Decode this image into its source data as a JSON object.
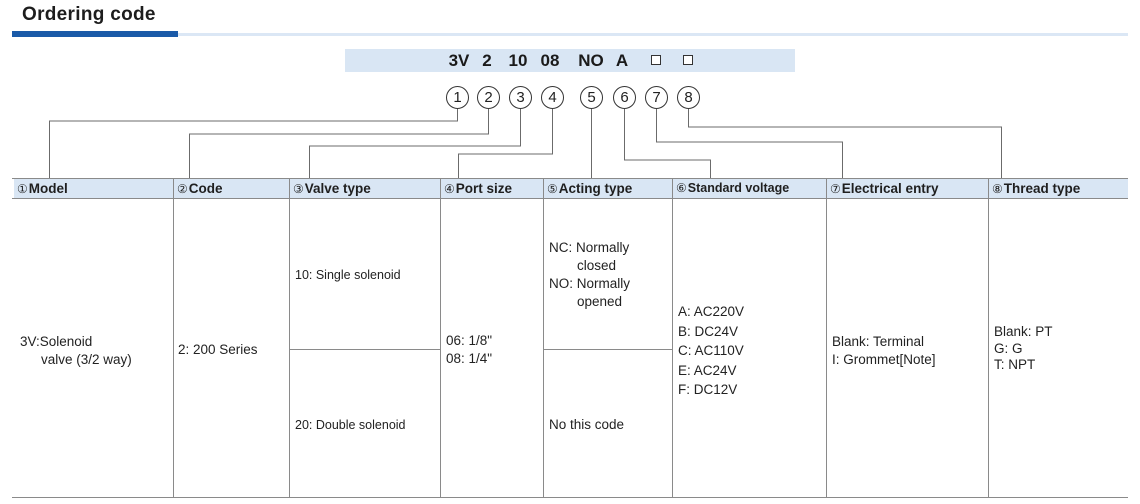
{
  "title": "Ordering code",
  "code": {
    "segments": [
      "3V",
      "2",
      "10",
      "08",
      "NO",
      "A"
    ],
    "numbers": [
      "1",
      "2",
      "3",
      "4",
      "5",
      "6",
      "7",
      "8"
    ]
  },
  "headers": [
    {
      "circled": "①",
      "label": "Model"
    },
    {
      "circled": "②",
      "label": "Code"
    },
    {
      "circled": "③",
      "label": "Valve type"
    },
    {
      "circled": "④",
      "label": "Port size"
    },
    {
      "circled": "⑤",
      "label": "Acting type"
    },
    {
      "circled": "⑥",
      "label": "Standard voltage"
    },
    {
      "circled": "⑦",
      "label": "Electrical entry"
    },
    {
      "circled": "⑧",
      "label": "Thread type"
    }
  ],
  "model": {
    "line1": "3V:Solenoid",
    "line2": "valve (3/2 way)"
  },
  "code_col": {
    "value": "2: 200 Series"
  },
  "valve_type": {
    "single": "10: Single solenoid",
    "double": "20: Double solenoid"
  },
  "port_size": {
    "line1": "06: 1/8\"",
    "line2": "08: 1/4\""
  },
  "acting_type": {
    "nc_line1": "NC: Normally",
    "nc_line2": "closed",
    "no_line1": "NO: Normally",
    "no_line2": "opened",
    "none": "No this code"
  },
  "voltage": [
    "A: AC220V",
    "B: DC24V",
    "C: AC110V",
    "E: AC24V",
    "F: DC12V"
  ],
  "electrical": [
    "Blank: Terminal",
    "I: Grommet[Note]"
  ],
  "thread": [
    "Blank: PT",
    "G: G",
    "T: NPT"
  ]
}
